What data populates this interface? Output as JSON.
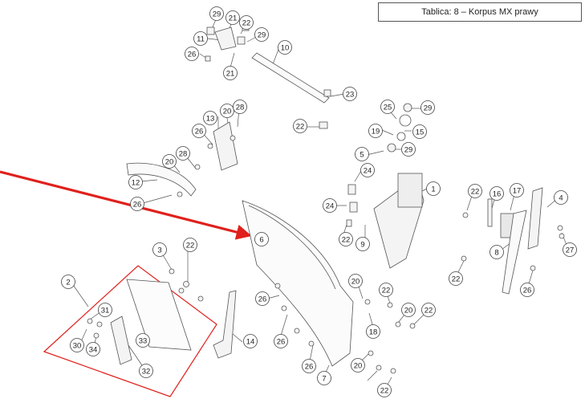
{
  "header": {
    "title": "Tablica: 8 – Korpus MX prawy"
  },
  "callouts": [
    "1",
    "2",
    "3",
    "4",
    "5",
    "6",
    "7",
    "8",
    "9",
    "10",
    "11",
    "12",
    "13",
    "14",
    "15",
    "16",
    "17",
    "19",
    "18",
    "20",
    "21",
    "22",
    "23",
    "24",
    "25",
    "26",
    "27",
    "28",
    "29",
    "30",
    "31",
    "32",
    "33",
    "34"
  ],
  "colors": {
    "arrow": "#e0201c",
    "highlight": "#e0201c",
    "line": "#555555",
    "part_fill": "#f4f4f4"
  },
  "icons": [
    "pointer-arrow"
  ]
}
